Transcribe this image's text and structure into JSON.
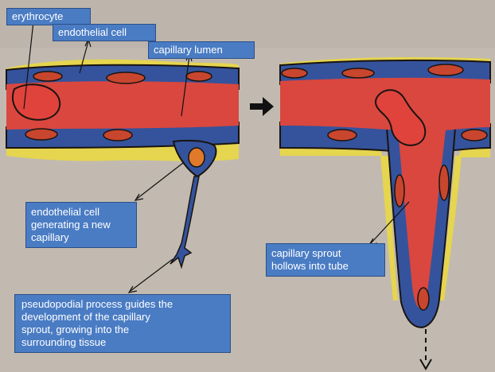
{
  "diagram": {
    "labels": {
      "erythrocyte": "erythrocyte",
      "endothelial_cell": "endothelial cell",
      "capillary_lumen": "capillary lumen",
      "new_capillary": [
        "endothelial cell",
        "generating a new",
        "capillary"
      ],
      "sprout_hollows": [
        "capillary sprout",
        "hollows into tube"
      ],
      "pseudopodial": [
        "pseudopodial process guides the",
        "development of the capillary",
        "sprout, growing into the",
        "surrounding tissue"
      ]
    },
    "colors": {
      "background": "#c2bab0",
      "vessel_red": "#d9473f",
      "endothelium_blue": "#34539c",
      "outline": "#1a1410",
      "tissue_yellow": "#e6d54e",
      "nucleus": "#c8452e",
      "label_fill": "#4a7cc4"
    }
  }
}
